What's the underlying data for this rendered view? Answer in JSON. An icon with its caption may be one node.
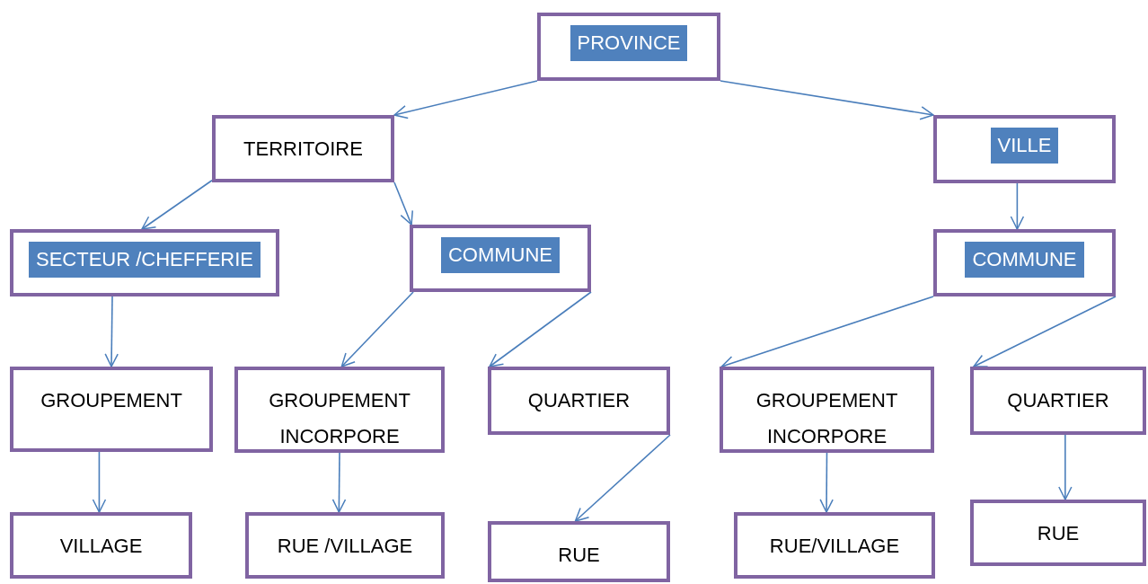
{
  "diagram": {
    "nodes": [
      {
        "text": [
          "PROVINCE"
        ]
      },
      {
        "text": [
          "TERRITOIRE"
        ]
      },
      {
        "text": [
          "VILLE"
        ]
      },
      {
        "text": [
          "SECTEUR /CHEFFERIE"
        ]
      },
      {
        "text": [
          "COMMUNE"
        ]
      },
      {
        "text": [
          "COMMUNE"
        ]
      },
      {
        "text": [
          "GROUPEMENT"
        ]
      },
      {
        "text": [
          "GROUPEMENT INCORPORE"
        ]
      },
      {
        "text": [
          "QUARTIER"
        ]
      },
      {
        "text": [
          "GROUPEMENT INCORPORE"
        ]
      },
      {
        "text": [
          "QUARTIER"
        ]
      },
      {
        "text": [
          "VILLAGE"
        ]
      },
      {
        "text": [
          "RUE /VILLAGE"
        ]
      },
      {
        "text": [
          "RUE"
        ]
      },
      {
        "text": [
          "RUE/VILLAGE"
        ]
      },
      {
        "text": [
          "RUE"
        ]
      }
    ],
    "edges": [
      {
        "from": 0,
        "to": 1,
        "arrow": "to"
      },
      {
        "from": 0,
        "to": 2,
        "arrow": "to"
      },
      {
        "from": 1,
        "to": 3,
        "arrow": "to"
      },
      {
        "from": 1,
        "to": 4,
        "arrow": "to"
      },
      {
        "from": 2,
        "to": 5,
        "arrow": "to"
      },
      {
        "from": 3,
        "to": 6,
        "arrow": "to"
      },
      {
        "from": 4,
        "to": 7,
        "arrow": "to"
      },
      {
        "from": 4,
        "to": 8,
        "arrow": "to"
      },
      {
        "from": 5,
        "to": 9,
        "arrow": "to"
      },
      {
        "from": 5,
        "to": 10,
        "arrow": "to"
      },
      {
        "from": 6,
        "to": 11,
        "arrow": "to"
      },
      {
        "from": 7,
        "to": 12,
        "arrow": "to"
      },
      {
        "from": 8,
        "to": 13,
        "arrow": "to"
      },
      {
        "from": 9,
        "to": 14,
        "arrow": "to"
      },
      {
        "from": 10,
        "to": 15,
        "arrow": "to"
      }
    ]
  }
}
